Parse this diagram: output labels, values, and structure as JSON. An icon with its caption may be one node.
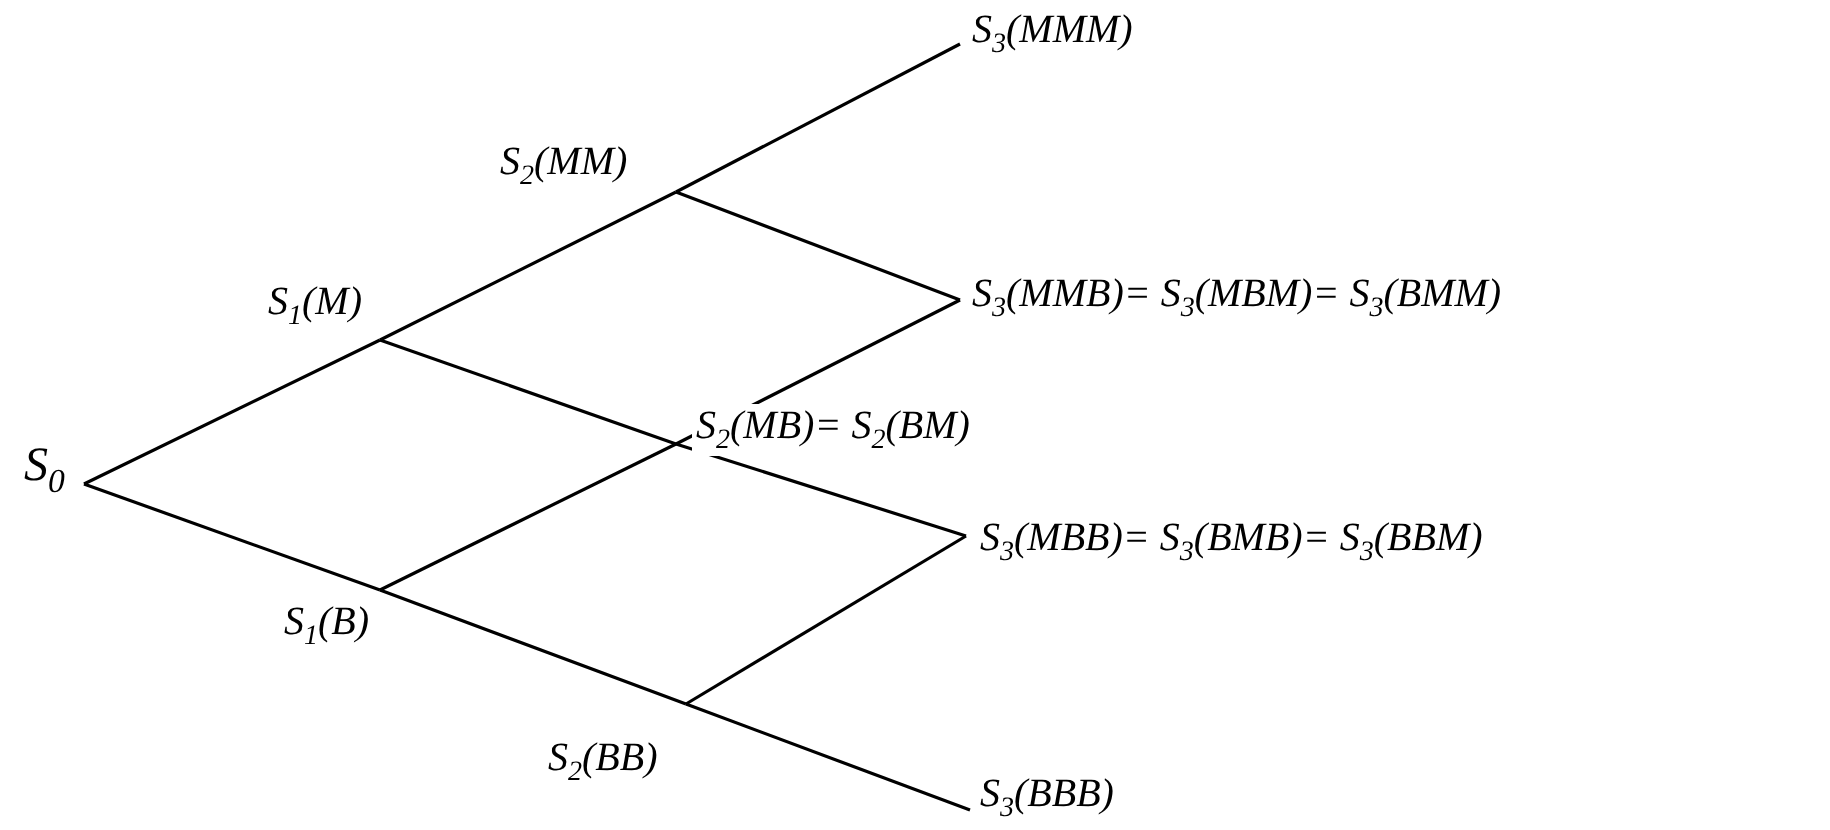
{
  "diagram": {
    "nodes": [
      {
        "text": [
          "S$_{0}$"
        ]
      },
      {
        "text": [
          "S$_{1}$(M)"
        ]
      },
      {
        "text": [
          "S$_{1}$(B)"
        ]
      },
      {
        "text": [
          "S$_{2}$(MM)"
        ]
      },
      {
        "text": [
          "S$_{2}$(MB)= S$_{2}$(BM)"
        ]
      },
      {
        "text": [
          "S$_{2}$(BB)"
        ]
      },
      {
        "text": [
          "S$_{3}$(MMM)"
        ]
      },
      {
        "text": [
          "S$_{3}$(MMB)= S$_{3}$(MBM)= S$_{3}$(BMM)"
        ]
      },
      {
        "text": [
          "S$_{3}$(MBB)= S$_{3}$(BMB)= S$_{3}$(BBM)"
        ]
      },
      {
        "text": [
          "S$_{3}$(BBB)"
        ]
      }
    ],
    "edges": [
      {
        "from": 0,
        "to": 1,
        "arrow": "none"
      },
      {
        "from": 1,
        "to": 3,
        "arrow": "none"
      },
      {
        "from": 3,
        "to": 6,
        "arrow": "none"
      },
      {
        "from": 0,
        "to": 2,
        "arrow": "none"
      },
      {
        "from": 2,
        "to": 5,
        "arrow": "none"
      },
      {
        "from": 5,
        "to": 9,
        "arrow": "none"
      },
      {
        "from": 1,
        "to": 4,
        "arrow": "none"
      },
      {
        "from": 4,
        "to": 8,
        "arrow": "none"
      },
      {
        "from": 2,
        "to": 4,
        "arrow": "none"
      },
      {
        "from": 4,
        "to": 7,
        "arrow": "none"
      },
      {
        "from": 3,
        "to": 7,
        "arrow": "none"
      },
      {
        "from": 5,
        "to": 8,
        "arrow": "none"
      }
    ]
  }
}
